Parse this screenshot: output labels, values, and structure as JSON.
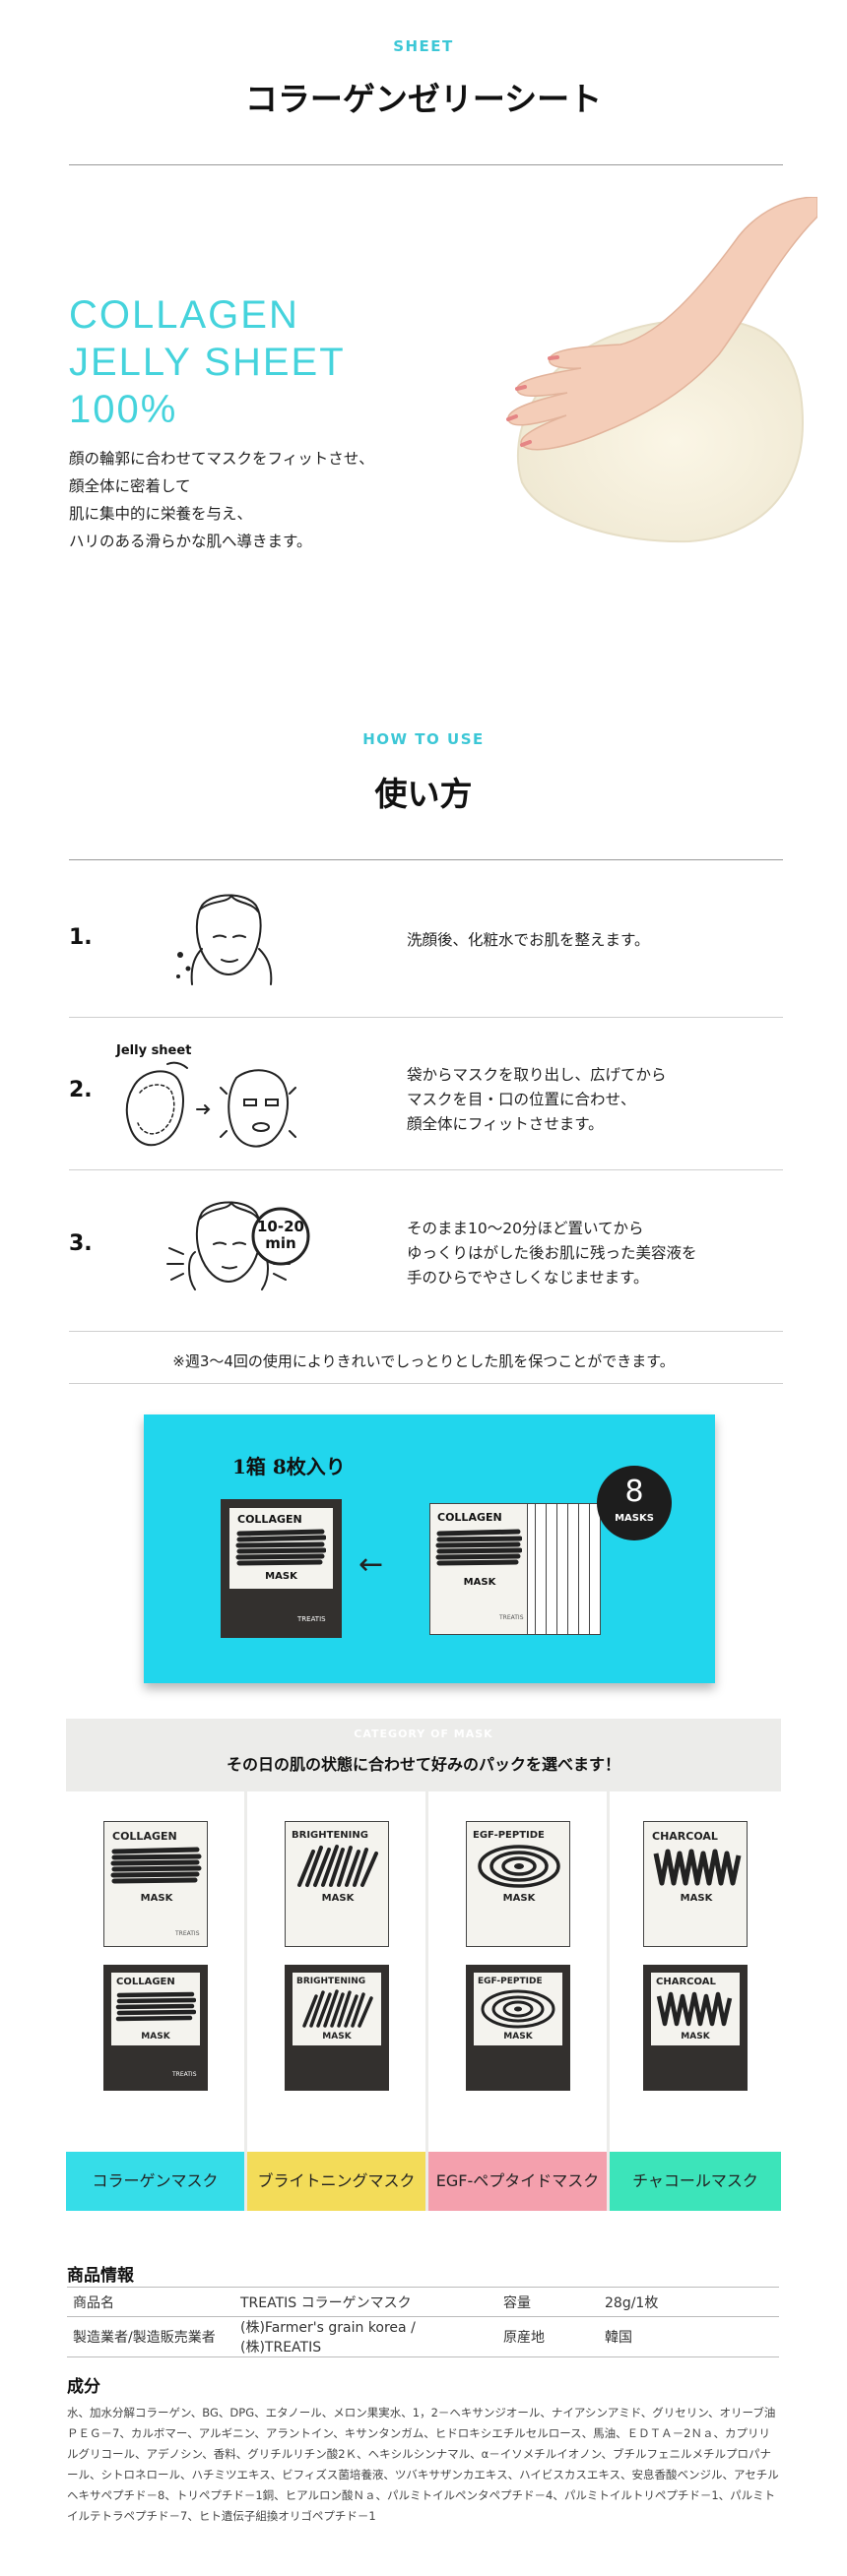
{
  "sheet_section": {
    "eyebrow": "SHEET",
    "title": "コラーゲンゼリーシート",
    "headline": [
      "COLLAGEN",
      "JELLY SHEET",
      "100%"
    ],
    "description": [
      "顔の輪郭に合わせてマスクをフィットさせ、",
      "顔全体に密着して",
      "肌に集中的に栄養を与え、",
      "ハリのある滑らかな肌へ導きます。"
    ]
  },
  "howto_section": {
    "eyebrow": "HOW TO USE",
    "title": "使い方",
    "steps": [
      {
        "num": "1.",
        "lines": [
          "洗顔後、化粧水でお肌を整えます。"
        ],
        "icon": "washing-face-icon"
      },
      {
        "num": "2.",
        "lines": [
          "袋からマスクを取り出し、広げてから",
          "マスクを目・口の位置に合わせ、",
          "顔全体にフィットさせます。"
        ],
        "icon": "applying-mask-icon",
        "badge": "Jelly sheet"
      },
      {
        "num": "3.",
        "lines": [
          "そのまま10～20分ほど置いてから",
          "ゆっくりはがした後お肌に残った美容液を",
          "手のひらでやさしくなじませます。"
        ],
        "icon": "patting-face-icon",
        "badge": [
          "10-20",
          "min"
        ]
      }
    ],
    "note": "※週3～4回の使用によりきれいでしっとりとした肌を保つことができます。"
  },
  "box_section": {
    "title": "1箱 8枚入り",
    "arrow": "←",
    "box_label": "COLLAGEN",
    "box_sub": "MASK",
    "box_brand": "TREATIS",
    "count_badge": [
      "8",
      "MASKS"
    ]
  },
  "category_section": {
    "eyebrow": "CATEGORY OF MASK",
    "title": "その日の肌の状態に合わせて好みのパックを選べます！",
    "items": [
      {
        "name": "COLLAGEN",
        "sub": "MASK",
        "label": "コラーゲンマスク",
        "color": "#36dde8"
      },
      {
        "name": "BRIGHTENING",
        "sub": "MASK",
        "label": "ブライトニングマスク",
        "color": "#f3dc59"
      },
      {
        "name": "EGF-PEPTIDE",
        "sub": "MASK",
        "label": "EGF-ペプタイドマスク",
        "color": "#f4a0ad"
      },
      {
        "name": "CHARCOAL",
        "sub": "MASK",
        "label": "チャコールマスク",
        "color": "#3ce4ba"
      }
    ],
    "brand": "TREATIS"
  },
  "product_info": {
    "title": "商品情報",
    "rows": [
      [
        "商品名",
        "TREATIS コラーゲンマスク",
        "容量",
        "28g/1枚"
      ],
      [
        "製造業者/製造販売業者",
        "(株)Farmer's grain korea / (株)TREATIS",
        "原産地",
        "韓国"
      ]
    ]
  },
  "ingredients": {
    "title": "成分",
    "text": "水、加水分解コラーゲン、BG、DPG、エタノール、メロン果実水、1，2－ヘキサンジオール、ナイアシンアミド、グリセリン、オリーブ油ＰＥＧ－7、カルボマー、アルギニン、アラントイン、キサンタンガム、ヒドロキシエチルセルロース、馬油、ＥＤＴＡ－2Ｎａ、カプリリルグリコール、アデノシン、香料、グリチルリチン酸2Ｋ、ヘキシルシンナマル、α－イソメチルイオノン、ブチルフェニルメチルプロパナール、シトロネロール、ハチミツエキス、ビフィズス菌培養液、ツバキサザンカエキス、ハイビスカスエキス、安息香酸ベンジル、アセチルヘキサペプチド－8、トリペプチド－1銅、ヒアルロン酸Ｎａ、パルミトイルペンタペプチド－4、パルミトイルトリペプチド－1、パルミトイルテトラペプチド－7、ヒト遺伝子組換オリゴペプチド－1"
  }
}
